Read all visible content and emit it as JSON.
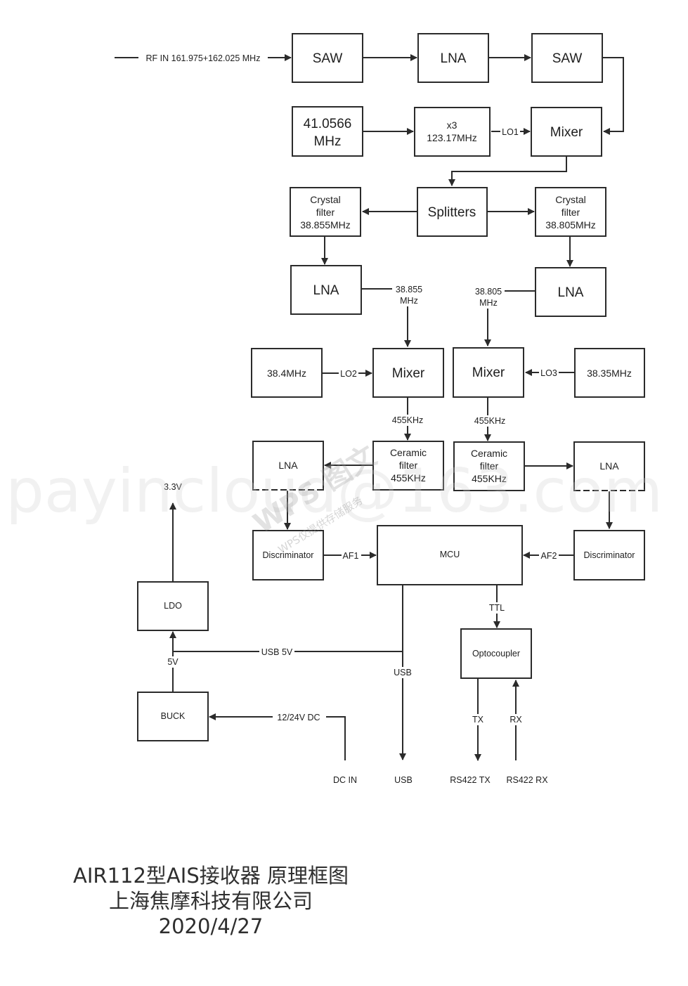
{
  "blocks": {
    "saw1": "SAW",
    "lna1": "LNA",
    "saw2": "SAW",
    "osc_line1": "41.0566",
    "osc_line2": "MHz",
    "mult_line1": "x3",
    "mult_line2": "123.17MHz",
    "mixer1": "Mixer",
    "splitters": "Splitters",
    "crystal_l_1": "Crystal",
    "crystal_l_2": "filter",
    "crystal_l_3": "38.855MHz",
    "crystal_r_1": "Crystal",
    "crystal_r_2": "filter",
    "crystal_r_3": "38.805MHz",
    "lna_l": "LNA",
    "lna_r": "LNA",
    "osc_l": "38.4MHz",
    "osc_r": "38.35MHz",
    "mixer_l": "Mixer",
    "mixer_r": "Mixer",
    "ceramic_l_1": "Ceramic",
    "ceramic_l_2": "filter",
    "ceramic_l_3": "455KHz",
    "ceramic_r_1": "Ceramic",
    "ceramic_r_2": "filter",
    "ceramic_r_3": "455KHz",
    "lna_l2": "LNA",
    "lna_r2": "LNA",
    "disc_l": "Discriminator",
    "disc_r": "Discriminator",
    "mcu": "MCU",
    "ldo": "LDO",
    "buck": "BUCK",
    "opto": "Optocoupler"
  },
  "labels": {
    "rf_in": "RF IN 161.975+162.025 MHz",
    "lo1": "LO1",
    "lo2": "LO2",
    "lo3": "LO3",
    "if_l_1": "38.855",
    "if_l_2": "MHz",
    "if_r_1": "38.805",
    "if_r_2": "MHz",
    "khz_l": "455KHz",
    "khz_r": "455KHz",
    "af1": "AF1",
    "af2": "AF2",
    "v33": "3.3V",
    "usb5v": "USB 5V",
    "v5": "5V",
    "dc": "12/24V DC",
    "usb_mid": "USB",
    "ttl": "TTL",
    "tx": "TX",
    "rx": "RX",
    "dc_in": "DC IN",
    "usb_out": "USB",
    "rs422_tx": "RS422 TX",
    "rs422_rx": "RS422 RX"
  },
  "watermark": {
    "url": "payincloud@163.com",
    "logo": "WPS 图文",
    "note": "WPS仅提供存储服务"
  },
  "footer": {
    "title": "AIR112型AIS接收器 原理框图",
    "company": "上海焦摩科技有限公司",
    "date": "2020/4/27"
  }
}
